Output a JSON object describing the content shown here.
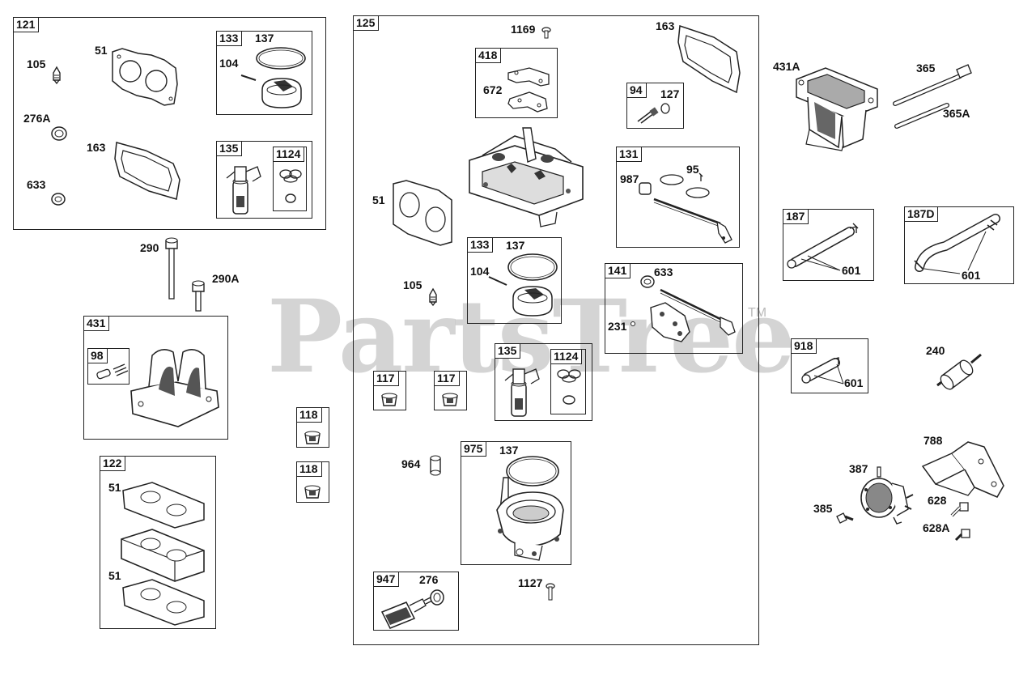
{
  "watermark": {
    "text": "PartsTree",
    "tm": "TM"
  },
  "groups": {
    "g121": {
      "tag": "121"
    },
    "g133a": {
      "tag": "133",
      "sub": "137",
      "inner": "104"
    },
    "g135a": {
      "tag": "135",
      "sub": "1124"
    },
    "g125": {
      "tag": "125"
    },
    "g418": {
      "tag": "418",
      "inner": "672"
    },
    "g94": {
      "tag": "94",
      "sub": "127"
    },
    "g131": {
      "tag": "131",
      "a": "987",
      "b": "95"
    },
    "g133b": {
      "tag": "133",
      "sub": "137",
      "inner": "104"
    },
    "g141": {
      "tag": "141",
      "a": "633",
      "b": "231"
    },
    "g117a": {
      "tag": "117"
    },
    "g117b": {
      "tag": "117"
    },
    "g135b": {
      "tag": "135",
      "sub": "1124"
    },
    "g975": {
      "tag": "975",
      "sub": "137"
    },
    "g947": {
      "tag": "947",
      "sub": "276"
    },
    "g431": {
      "tag": "431",
      "sub": "98"
    },
    "g118a": {
      "tag": "118"
    },
    "g118b": {
      "tag": "118"
    },
    "g122": {
      "tag": "122",
      "a": "51",
      "b": "51"
    },
    "g187": {
      "tag": "187",
      "a": "601"
    },
    "g187d": {
      "tag": "187D",
      "a": "601"
    },
    "g918": {
      "tag": "918",
      "a": "601"
    }
  },
  "labels": {
    "l105a": "105",
    "l51a": "51",
    "l276a": "276A",
    "l163a": "163",
    "l633a": "633",
    "l1169": "1169",
    "l163b": "163",
    "l51b": "51",
    "l105b": "105",
    "l964": "964",
    "l1127": "1127",
    "l290": "290",
    "l290a": "290A",
    "l431a": "431A",
    "l365": "365",
    "l365a": "365A",
    "l240": "240",
    "l788": "788",
    "l387": "387",
    "l385": "385",
    "l628": "628",
    "l628a": "628A"
  }
}
